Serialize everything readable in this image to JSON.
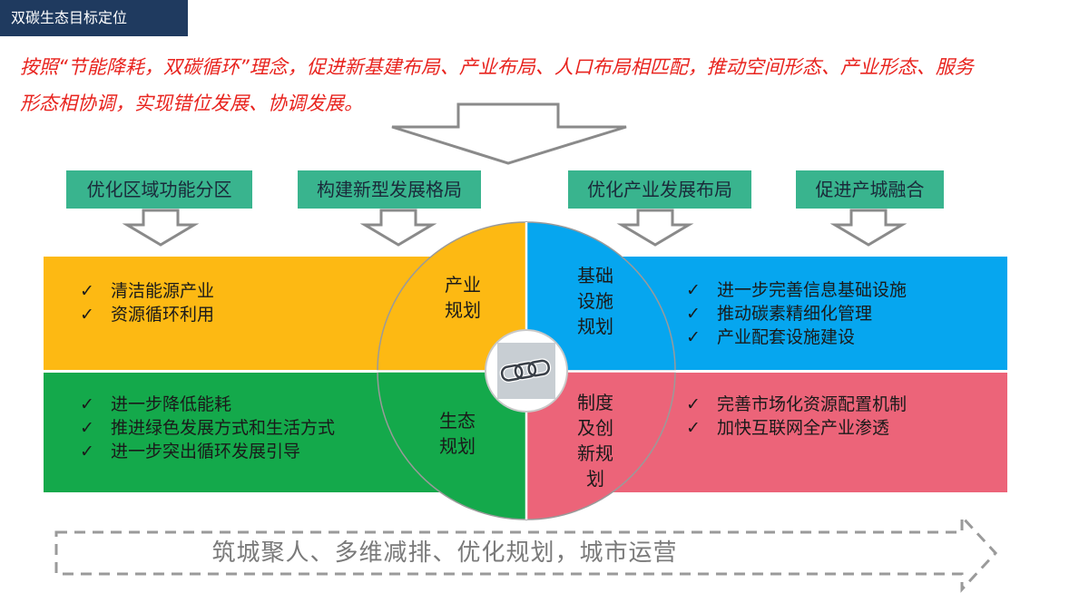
{
  "slide_title": "双碳生态目标定位",
  "intro_line1": "按照“节能降耗，双碳循环”理念，促进新基建布局、产业布局、人口布局相匹配，推动空间形态、产业形态、服务",
  "intro_line2": "形态相协调，实现错位发展、协调发展。",
  "tags": [
    "优化区域功能分区",
    "构建新型发展格局",
    "优化产业发展布局",
    "促进产城融合"
  ],
  "quadrants": {
    "top_left": {
      "label_l1": "产业",
      "label_l2": "规划",
      "items": [
        "清洁能源产业",
        "资源循环利用"
      ]
    },
    "bottom_left": {
      "label_l1": "生态",
      "label_l2": "规划",
      "items": [
        "进一步降低能耗",
        "推进绿色发展方式和生活方式",
        "进一步突出循环发展引导"
      ]
    },
    "top_right": {
      "label_l1": "基础",
      "label_l2": "设施",
      "label_l3": "规划",
      "items": [
        "进一步完善信息基础设施",
        "推动碳素精细化管理",
        "产业配套设施建设"
      ]
    },
    "bottom_right": {
      "label_l1": "制度",
      "label_l2": "及创",
      "label_l3": "新规",
      "label_l4": "划",
      "items": [
        "完善市场化资源配置机制",
        "加快互联网全产业渗透"
      ]
    }
  },
  "check_mark": "✓",
  "bottom_banner": "筑城聚人、多维减排、优化规划，城市运营",
  "colors": {
    "yellow": "#fdb913",
    "green": "#14a94b",
    "blue": "#06a6ef",
    "pink": "#ec6479",
    "tag": "#39b48e",
    "title_bar": "#1f3a5f",
    "intro_text": "#e8231e"
  },
  "center_icon": "chain-link-icon"
}
